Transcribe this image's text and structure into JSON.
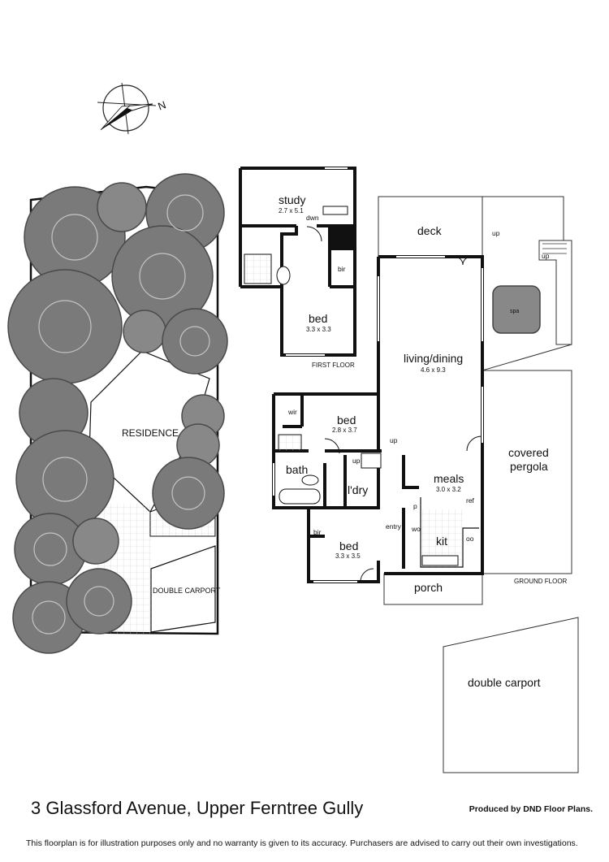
{
  "compass": {
    "direction_label": "N"
  },
  "site_plan": {
    "residence_label": "RESIDENCE",
    "carport_label": "DOUBLE CARPORT"
  },
  "first_floor": {
    "floor_label": "FIRST FLOOR",
    "rooms": [
      {
        "name": "study",
        "dims": "2.7 x 5.1"
      },
      {
        "name": "bed",
        "dims": "3.3 x 3.3"
      }
    ],
    "labels": {
      "dwn": "dwn",
      "bir": "bir"
    }
  },
  "ground_floor": {
    "floor_label": "GROUND FLOOR",
    "rooms": [
      {
        "name": "deck",
        "dims": ""
      },
      {
        "name": "living/dining",
        "dims": "4.6 x 9.3"
      },
      {
        "name": "bed",
        "dims": "2.8 x 3.7"
      },
      {
        "name": "bath",
        "dims": ""
      },
      {
        "name": "l'dry",
        "dims": ""
      },
      {
        "name": "bed",
        "dims": "3.3 x 3.5"
      },
      {
        "name": "meals",
        "dims": "3.0 x 3.2"
      },
      {
        "name": "kit",
        "dims": ""
      },
      {
        "name": "porch",
        "dims": ""
      },
      {
        "name": "covered pergola",
        "dims": ""
      },
      {
        "name": "double carport",
        "dims": ""
      }
    ],
    "labels": {
      "up_deck": "up",
      "up_right": "up",
      "up_bed": "up",
      "up_ldry": "up",
      "wir": "wir",
      "bir": "bir",
      "entry": "entry",
      "p": "p",
      "wo": "wo",
      "ref": "ref",
      "oo": "oo",
      "spa": "spa"
    },
    "pergola_line1": "covered",
    "pergola_line2": "pergola"
  },
  "footer": {
    "address": "3 Glassford Avenue, Upper Ferntree Gully",
    "producer": "Produced by DND Floor Plans.",
    "disclaimer": "This floorplan is for illustration purposes only and no warranty is given to its accuracy. Purchasers are advised to carry out their own investigations."
  },
  "colors": {
    "wall": "#111111",
    "tree": "#707070",
    "tree_dark": "#555555",
    "line": "#333333"
  }
}
